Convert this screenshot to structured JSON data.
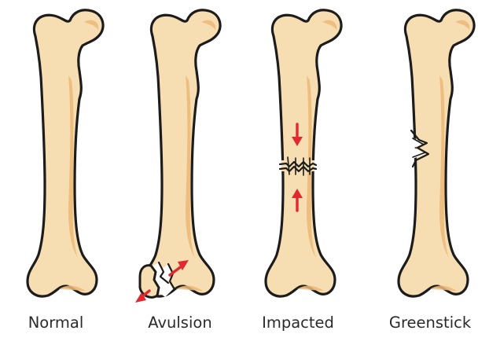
{
  "captions": {
    "normal": "Normal",
    "avulsion": "Avulsion",
    "impacted": "Impacted",
    "greenstick": "Greenstick"
  },
  "colors": {
    "bone_fill": "#f7ddb2",
    "bone_shade": "#ecb978",
    "outline": "#1c1c1c",
    "arrow": "#e0282e"
  }
}
